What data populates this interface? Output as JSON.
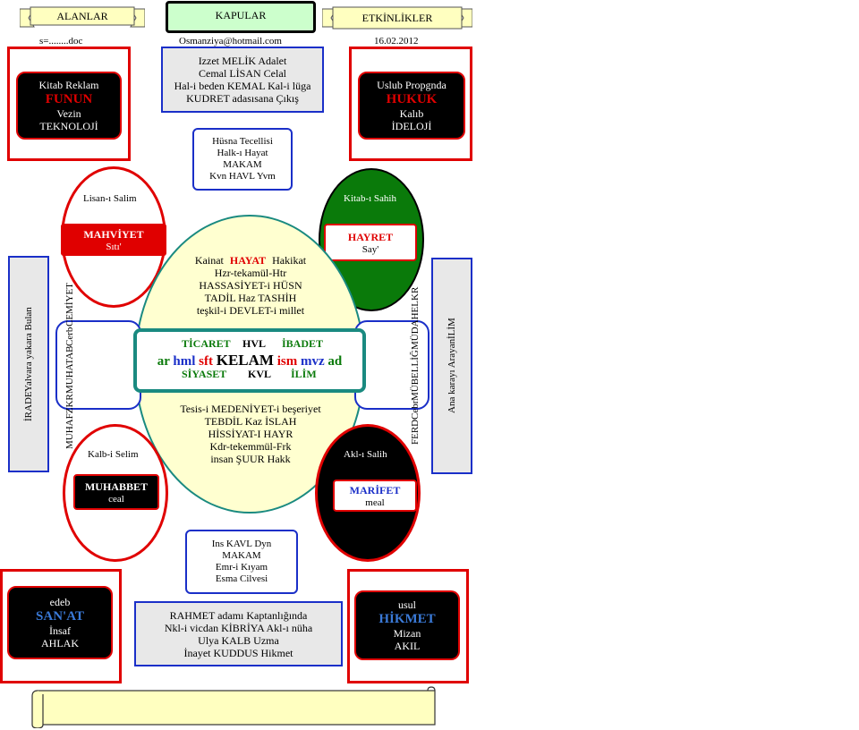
{
  "header": {
    "alanlar": "ALANLAR",
    "kapular": "KAPULAR",
    "etkinlikler": "ETKİNLİKLER",
    "left_note": "s=........doc",
    "email": "Osmanziya@hotmail.com",
    "date": "16.02.2012"
  },
  "top_center_box": [
    "Izzet MELİK Adalet",
    "Cemal LİSAN Celal",
    "Hal-i beden KEMAL  Kal-i lüga",
    "KUDRET adasısana Çıkış"
  ],
  "top_left_card": {
    "l1": "Kitab Reklam",
    "title": "FUNUN",
    "l3": "Vezin",
    "l4": "TEKNOLOJİ"
  },
  "top_right_card": {
    "l1": "Uslub Propgnda",
    "title": "HUKUK",
    "l3": "Kalıb",
    "l4": "İDELOJİ"
  },
  "upper_small_box": [
    "Hüsna Tecellisi",
    "Halk-ı Hayat",
    "MAKAM",
    "Kvn HAVL Yvm"
  ],
  "left_top_ellipse": {
    "label": "Lisan-ı Salim",
    "title": "MAHVİYET",
    "sub": "Sıtı'"
  },
  "right_top_ellipse": {
    "label": "Kitab-ı Sahih",
    "title": "HAYRET",
    "sub": "Say'"
  },
  "big_ellipse_top": {
    "kainat": "Kainat",
    "hayat": "HAYAT",
    "hakikat": "Hakikat",
    "l2": "Hzr-tekamül-Htr",
    "l3": "HASSASİYET-i HÜSN",
    "l4": "TADİL  Haz TASHİH",
    "l5": "teşkil-i DEVLET-i millet"
  },
  "center_box": {
    "ticaret": "TİCARET",
    "hvl": "HVL",
    "ibadet": "İBADET",
    "ar": "ar",
    "hml": "hml",
    "sft": "sft",
    "kelam": "KELAM",
    "ism": "ism",
    "mvz": "mvz",
    "ad": "ad",
    "siyaset": "SİYASET",
    "kvl": "KVL",
    "ilim": "İLİM"
  },
  "big_ellipse_bottom": [
    "Tesis-i MEDENİYET-i beşeriyet",
    "TEBDİL Kaz İSLAH",
    "HİSSİYAT-I HAYR",
    "Kdr-tekemmül-Frk",
    "insan   ŞUUR Hakk"
  ],
  "left_side_box": [
    "MUHAFZKR",
    "MUHATAB",
    "Cerb",
    "CEMİYET"
  ],
  "right_side_box": [
    "FERD",
    "Cebr",
    "MÜBELLİĞ",
    "MÜDAHELKR"
  ],
  "left_tall_box": [
    "İRADE",
    "Yalvara yakara Bulan"
  ],
  "right_tall_box": [
    "Ana karayı Arayan",
    "İLİM"
  ],
  "left_bottom_ellipse": {
    "label": "Kalb-i Selim",
    "title": "MUHABBET",
    "sub": "ceal"
  },
  "right_bottom_ellipse": {
    "label": "Akl-ı Salih",
    "title": "MARİFET",
    "sub": "meal"
  },
  "lower_small_box": [
    "Ins KAVL Dyn",
    "MAKAM",
    "Emr-i Kıyam",
    "Esma Cilvesi"
  ],
  "bottom_left_card": {
    "l1": "edeb",
    "title": "SAN'AT",
    "l3": "İnsaf",
    "l4": "AHLAK"
  },
  "bottom_right_card": {
    "l1": "usul",
    "title": "HİKMET",
    "l3": "Mizan",
    "l4": "AKIL"
  },
  "bottom_center_box": [
    "RAHMET adamı Kaptanlığında",
    "Nkl-i vicdan KİBRİYA Akl-ı nüha",
    "Ulya KALB Uzma",
    "İnayet KUDDUS  Hikmet"
  ],
  "colors": {
    "red": "#e00000",
    "blue": "#1a2fc8",
    "green": "#0a7a0a",
    "teal": "#1a8a80",
    "cream": "#ffffd0"
  }
}
